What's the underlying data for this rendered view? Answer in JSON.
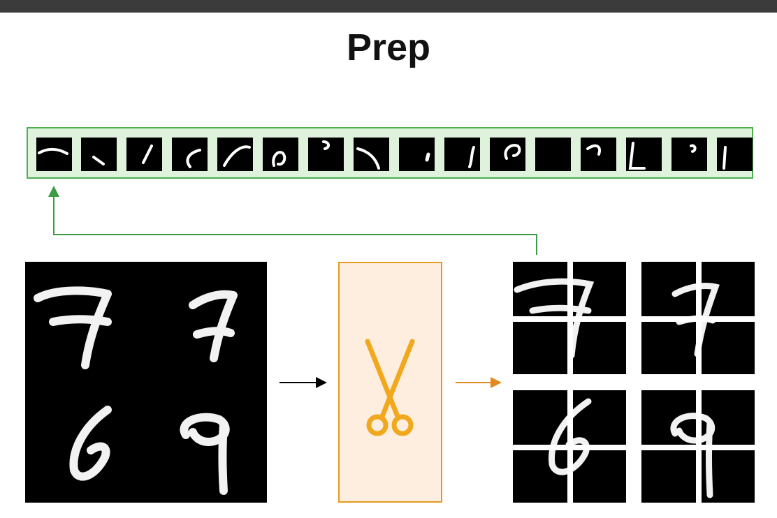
{
  "title": "Prep",
  "colors": {
    "topbar": "#3b3b3b",
    "strip_border": "#4caf50",
    "strip_fill": "#dff3dc",
    "green_arrow": "#3e9b45",
    "cutter_border": "#e69a1e",
    "cutter_fill": "#fdeee0",
    "scissors": "#f2a81d",
    "orange_arrow": "#e08a20",
    "black_arrow": "#000000"
  },
  "diagram": {
    "input_image": "mnist-2x2-digit-grid",
    "digits": [
      "7",
      "7",
      "6",
      "9"
    ],
    "operation_icon": "scissors-icon",
    "patch_grid": "4x4",
    "patch_count": 16
  }
}
